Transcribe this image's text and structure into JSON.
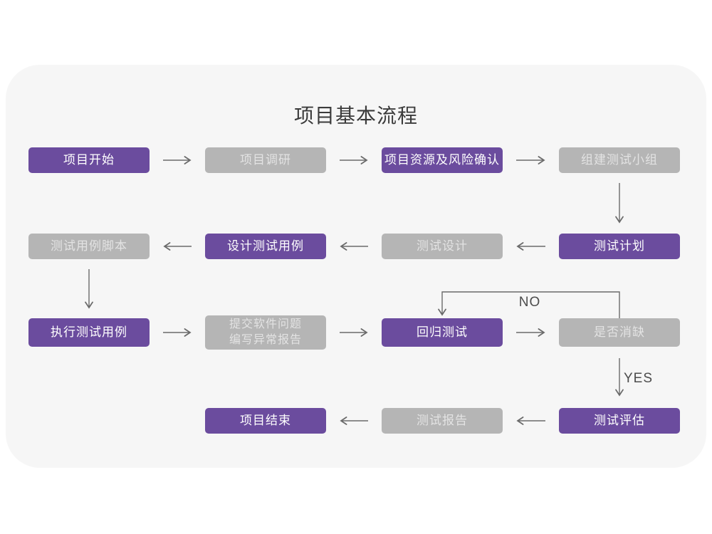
{
  "title": "项目基本流程",
  "colors": {
    "accent_purple": "#6b4c9e",
    "node_gray": "#b5b5b5",
    "card_background": "#f6f6f6",
    "page_background": "#ffffff",
    "arrow": "#6a6a6a",
    "title_text": "#3b3b3b"
  },
  "nodes": [
    {
      "label": "项目开始",
      "variant": "purple"
    },
    {
      "label": "项目调研",
      "variant": "gray"
    },
    {
      "label": "项目资源及风险确认",
      "variant": "purple"
    },
    {
      "label": "组建测试小组",
      "variant": "gray"
    },
    {
      "label": "测试用例脚本",
      "variant": "gray"
    },
    {
      "label": "设计测试用例",
      "variant": "purple"
    },
    {
      "label": "测试设计",
      "variant": "gray"
    },
    {
      "label": "测试计划",
      "variant": "purple"
    },
    {
      "label": "执行测试用例",
      "variant": "purple"
    },
    {
      "label": "提交软件问题\n编写异常报告",
      "variant": "gray"
    },
    {
      "label": "回归测试",
      "variant": "purple"
    },
    {
      "label": "是否消缺",
      "variant": "gray"
    },
    {
      "label": "项目结束",
      "variant": "purple"
    },
    {
      "label": "测试报告",
      "variant": "gray"
    },
    {
      "label": "测试评估",
      "variant": "purple"
    }
  ],
  "edge_labels": {
    "no": "NO",
    "yes": "YES"
  }
}
